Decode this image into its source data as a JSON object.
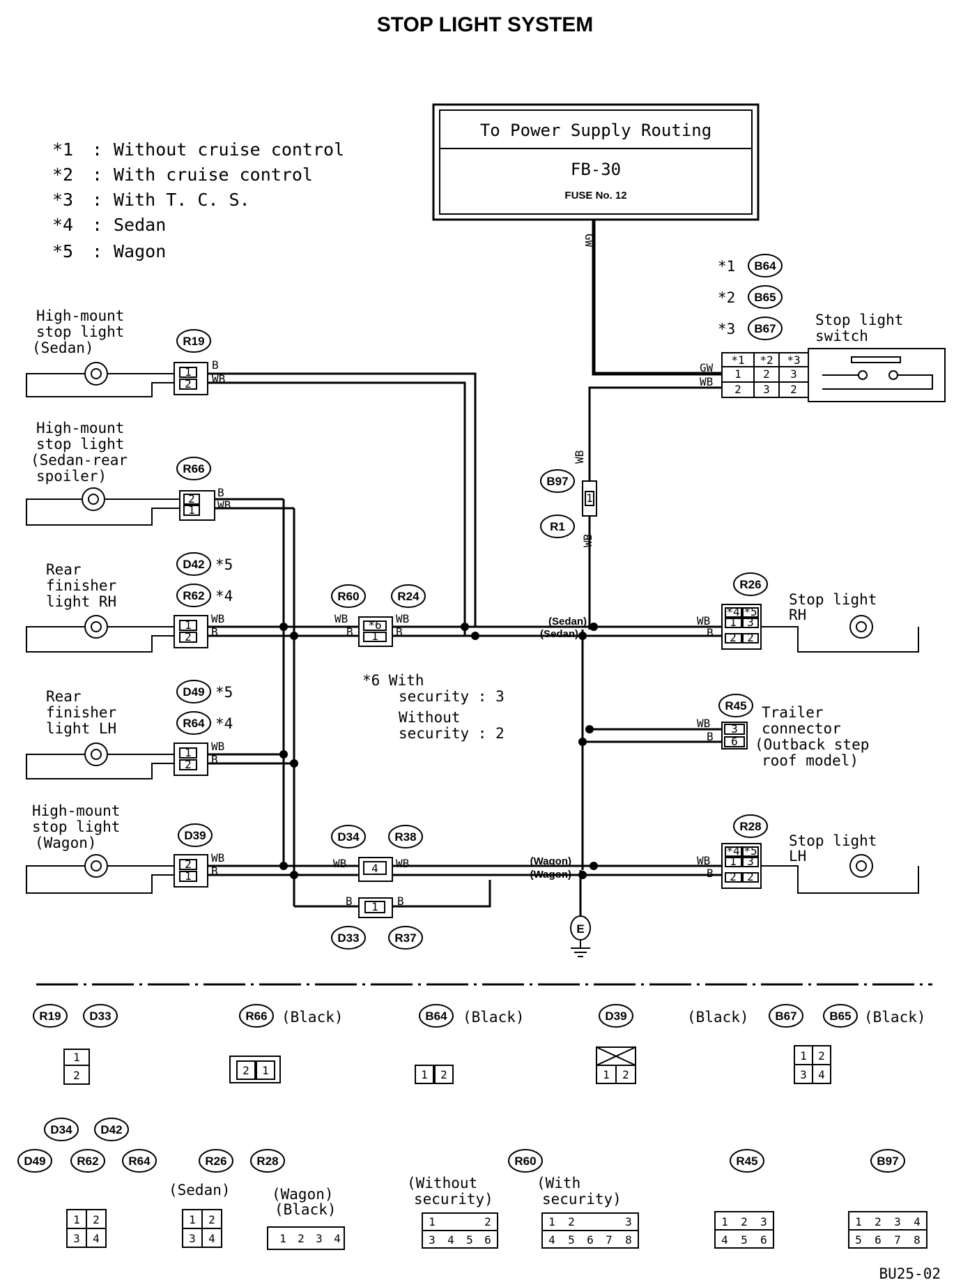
{
  "title": "STOP LIGHT SYSTEM",
  "legend": [
    {
      "key": "*1",
      "sep": ":",
      "text": "Without cruise control"
    },
    {
      "key": "*2",
      "sep": ":",
      "text": "With cruise control"
    },
    {
      "key": "*3",
      "sep": ":",
      "text": "With T. C. S."
    },
    {
      "key": "*4",
      "sep": ":",
      "text": "Sedan"
    },
    {
      "key": "*5",
      "sep": ":",
      "text": "Wagon"
    }
  ],
  "power": {
    "header": "To Power Supply Routing",
    "fuse_box": "FB-30",
    "fuse": "FUSE No. 12",
    "wire": "GW"
  },
  "switch": {
    "label_line1": "Stop light",
    "label_line2": "switch",
    "codes": [
      {
        "mark": "*1",
        "id": "B64"
      },
      {
        "mark": "*2",
        "id": "B65"
      },
      {
        "mark": "*3",
        "id": "B67"
      }
    ],
    "table_head": [
      "*1",
      "*2",
      "*3"
    ],
    "table_rows": [
      [
        "1",
        "2",
        "3"
      ],
      [
        "2",
        "3",
        "2"
      ]
    ],
    "wires": [
      "GW",
      "WB"
    ]
  },
  "components": {
    "hm_sedan": [
      "High-mount",
      "stop light",
      "(Sedan)"
    ],
    "hm_spoiler": [
      "High-mount",
      "stop light",
      "(Sedan-rear",
      "spoiler)"
    ],
    "rear_rh": [
      "Rear",
      "finisher",
      "light RH"
    ],
    "rear_lh": [
      "Rear",
      "finisher",
      "light LH"
    ],
    "hm_wagon": [
      "High-mount",
      "stop light",
      "(Wagon)"
    ],
    "stop_rh": [
      "Stop light",
      "RH"
    ],
    "stop_lh": [
      "Stop light",
      "LH"
    ],
    "trailer": [
      "Trailer",
      "connector",
      "(Outback step",
      "roof model)"
    ]
  },
  "connectors": {
    "r19": "R19",
    "r66": "R66",
    "d42": "D42",
    "r62": "R62",
    "d49": "D49",
    "r64": "R64",
    "d39": "D39",
    "r60": "R60",
    "r24": "R24",
    "d34": "D34",
    "r38": "R38",
    "d33": "D33",
    "r37": "R37",
    "b97": "B97",
    "r1": "R1",
    "r26": "R26",
    "r45": "R45",
    "r28": "R28",
    "b64": "B64",
    "b65": "B65",
    "b67": "B67"
  },
  "marks": {
    "star4": "*4",
    "star5": "*5",
    "star6": "*6"
  },
  "note6": [
    "*6 With",
    "security : 3",
    "Without",
    "security : 2"
  ],
  "wire_labels": {
    "b": "B",
    "wb": "WB",
    "sedan": "(Sedan)",
    "wagon": "(Wagon)"
  },
  "ground": "E",
  "connector_views": {
    "black": "(Black)",
    "sedan": "(Sedan)",
    "wagon_black": [
      "(Wagon)",
      "(Black)"
    ],
    "without_security": [
      "(Without",
      "security)"
    ],
    "with_security": [
      "(With",
      "security)"
    ]
  },
  "page_code": "BU25-02"
}
